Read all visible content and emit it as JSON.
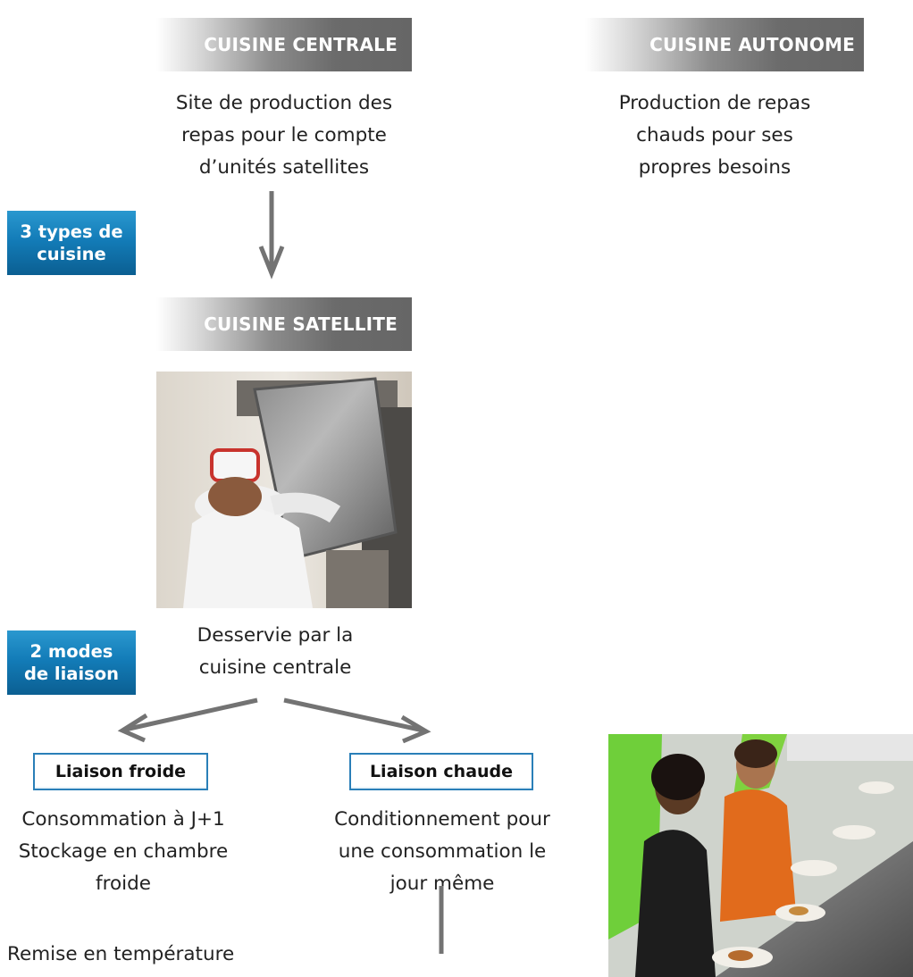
{
  "headers": {
    "centrale": "CUISINE CENTRALE",
    "autonome": "CUISINE AUTONOME",
    "satellite": "CUISINE SATELLITE"
  },
  "descriptions": {
    "centrale": [
      "Site de production des",
      "repas pour le compte",
      "d’unités satellites"
    ],
    "autonome": [
      "Production de repas",
      "chauds pour ses",
      "propres besoins"
    ],
    "satellite": [
      "Desservie par la",
      "cuisine centrale"
    ],
    "froide": [
      "Consommation à J+1",
      "Stockage en chambre",
      "froide"
    ],
    "chaude": [
      "Conditionnement pour",
      "une consommation le",
      "jour même"
    ]
  },
  "tags": {
    "types": [
      "3 types de",
      "cuisine"
    ],
    "modes": [
      "2 modes",
      "de liaison"
    ]
  },
  "liaisons": {
    "froide": "Liaison froide",
    "chaude": "Liaison chaude"
  },
  "footer": "Remise en température",
  "colors": {
    "header_gray": "#666666",
    "tag_blue": "#137cb8",
    "box_border": "#2a7fb8",
    "arrow_gray": "#6f6f6f"
  }
}
